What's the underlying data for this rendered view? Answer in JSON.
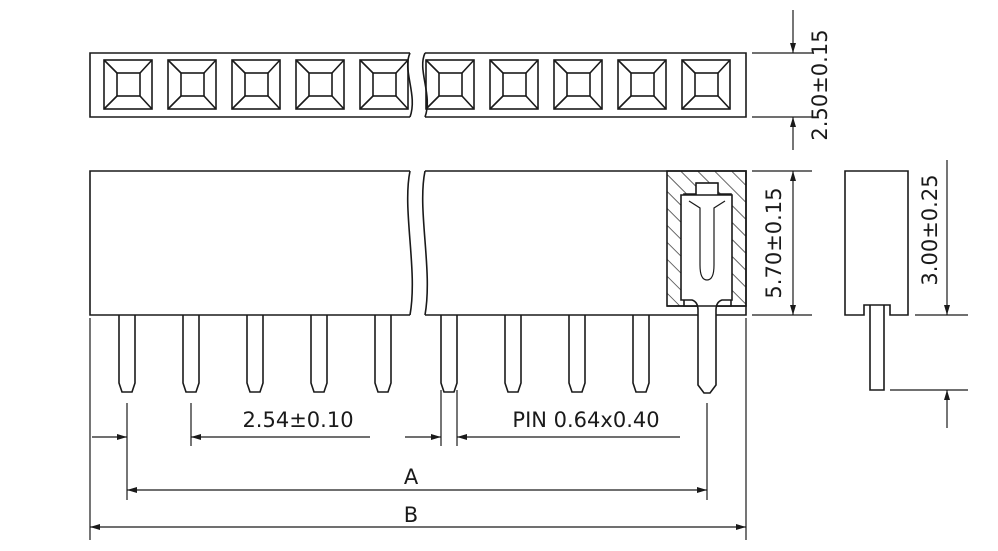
{
  "dimensions": {
    "top_height": "2.50±0.15",
    "body_height": "5.70±0.15",
    "side_height": "3.00±0.25",
    "pitch": "2.54±0.10",
    "pin_size": "PIN 0.64x0.40",
    "length_a": "A",
    "length_b": "B"
  },
  "colors": {
    "line": "#1a1a1a",
    "background": "#ffffff"
  }
}
